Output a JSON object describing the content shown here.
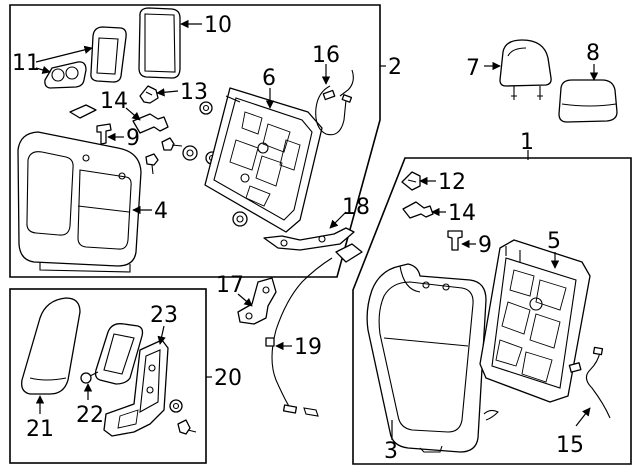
{
  "callouts": {
    "c1": "1",
    "c2": "2",
    "c3": "3",
    "c4": "4",
    "c5": "5",
    "c6": "6",
    "c7": "7",
    "c8": "8",
    "c9a": "9",
    "c9b": "9",
    "c10": "10",
    "c11": "11",
    "c12": "12",
    "c13": "13",
    "c14a": "14",
    "c14b": "14",
    "c15": "15",
    "c16": "16",
    "c17": "17",
    "c18": "18",
    "c19": "19",
    "c20": "20",
    "c21": "21",
    "c22": "22",
    "c23": "23"
  },
  "colors": {
    "line": "#000000",
    "background": "#ffffff"
  }
}
